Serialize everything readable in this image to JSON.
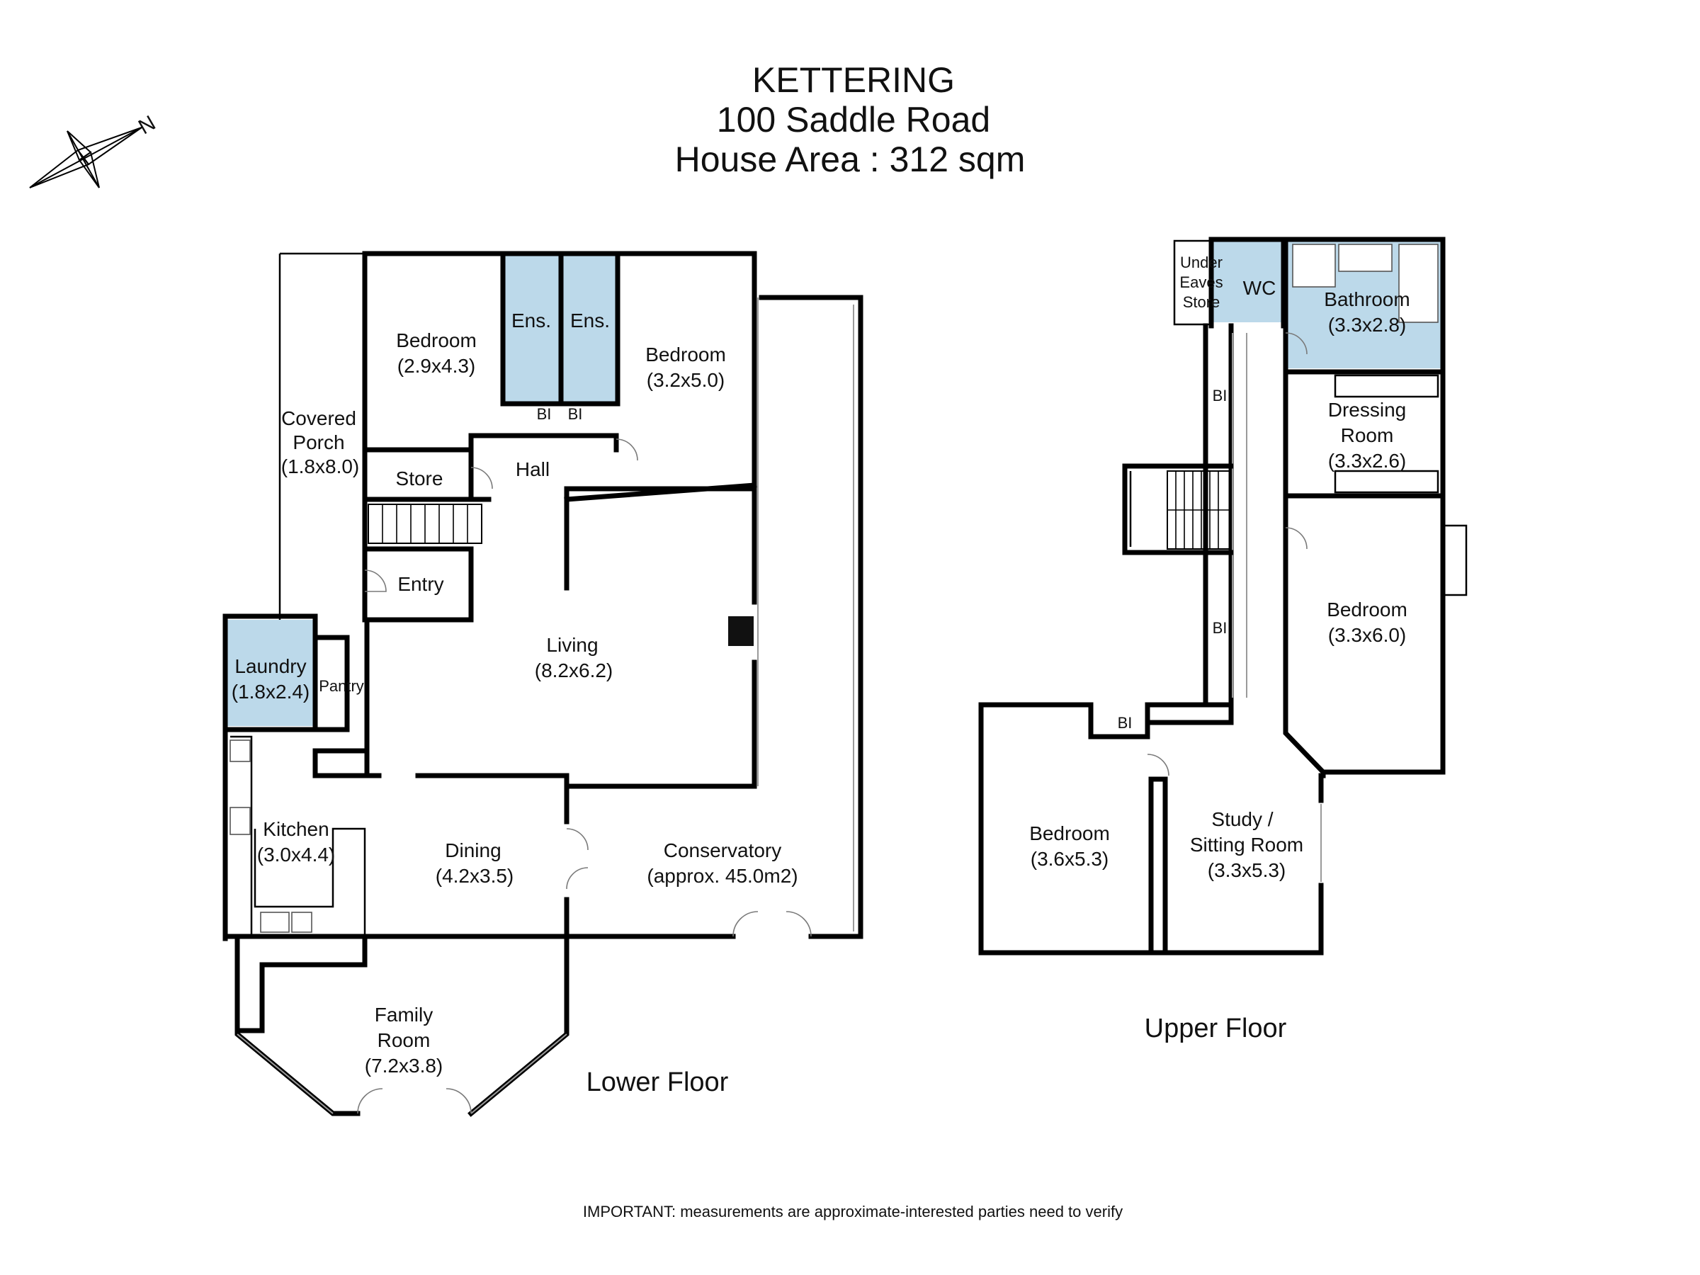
{
  "title": {
    "line1": "KETTERING",
    "line2": "100 Saddle Road",
    "line3": "House Area : 312 sqm"
  },
  "compass": {
    "north_label": "N"
  },
  "lower_floor": {
    "label": "Lower Floor",
    "rooms": {
      "covered_porch": [
        "Covered",
        "Porch",
        "(1.8x8.0)"
      ],
      "bedroom_a": [
        "Bedroom",
        "(2.9x4.3)"
      ],
      "ensuite_a": "Ens.",
      "ensuite_b": "Ens.",
      "bedroom_b": [
        "Bedroom",
        "(3.2x5.0)"
      ],
      "bi_a": "BI",
      "bi_b": "BI",
      "store": "Store",
      "hall": "Hall",
      "entry": "Entry",
      "living": [
        "Living",
        "(8.2x6.2)"
      ],
      "laundry": [
        "Laundry",
        "(1.8x2.4)"
      ],
      "pantry": "Pantry",
      "kitchen": [
        "Kitchen",
        "(3.0x4.4)"
      ],
      "dining": [
        "Dining",
        "(4.2x3.5)"
      ],
      "conservatory": [
        "Conservatory",
        "(approx. 45.0m2)"
      ],
      "family_room": [
        "Family",
        "Room",
        "(7.2x3.8)"
      ]
    }
  },
  "upper_floor": {
    "label": "Upper Floor",
    "rooms": {
      "under_eaves_store": [
        "Under",
        "Eaves",
        "Store"
      ],
      "wc": "WC",
      "bathroom": [
        "Bathroom",
        "(3.3x2.8)"
      ],
      "bi_hall_top": "BI",
      "bi_hall_bottom": "BI",
      "dressing_room": [
        "Dressing",
        "Room",
        "(3.3x2.6)"
      ],
      "bedroom_c": [
        "Bedroom",
        "(3.3x6.0)"
      ],
      "bi_c": "BI",
      "bedroom_d": [
        "Bedroom",
        "(3.6x5.3)"
      ],
      "study": [
        "Study /",
        "Sitting Room",
        "(3.3x5.3)"
      ]
    }
  },
  "footnote": "IMPORTANT: measurements are approximate-interested parties need to verify",
  "colors": {
    "wet_area": "#bcd9ea",
    "wall": "#000000"
  }
}
